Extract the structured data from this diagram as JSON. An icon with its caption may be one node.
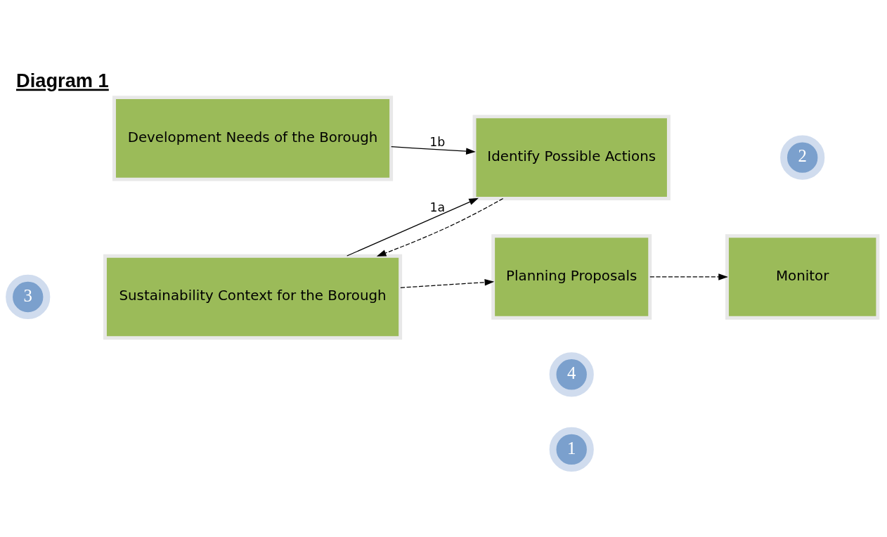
{
  "diagram": {
    "title": "Diagram 1",
    "nodes": [
      {
        "text": [
          "Sustainability Context for the Borough"
        ]
      },
      {
        "text": [
          "Development Needs of the Borough"
        ]
      },
      {
        "text": [
          "Identify Possible Actions"
        ]
      },
      {
        "text": [
          "Planning Proposals"
        ]
      },
      {
        "text": [
          "Monitor"
        ]
      },
      {
        "text": [
          "4"
        ]
      },
      {
        "text": [
          "3"
        ]
      },
      {
        "text": [
          "1"
        ]
      },
      {
        "text": [
          "2"
        ]
      }
    ],
    "edges": [
      {
        "from": 0,
        "to": 2,
        "arrow": "to",
        "label": "1a"
      },
      {
        "from": 1,
        "to": 2,
        "arrow": "to",
        "label": "1b"
      },
      {
        "from": 2,
        "to": 0,
        "arrow": "to",
        "style": "dashed"
      },
      {
        "from": 0,
        "to": 3,
        "arrow": "to",
        "style": "dashed"
      },
      {
        "from": 3,
        "to": 4,
        "arrow": "to",
        "style": "dashed"
      }
    ]
  }
}
